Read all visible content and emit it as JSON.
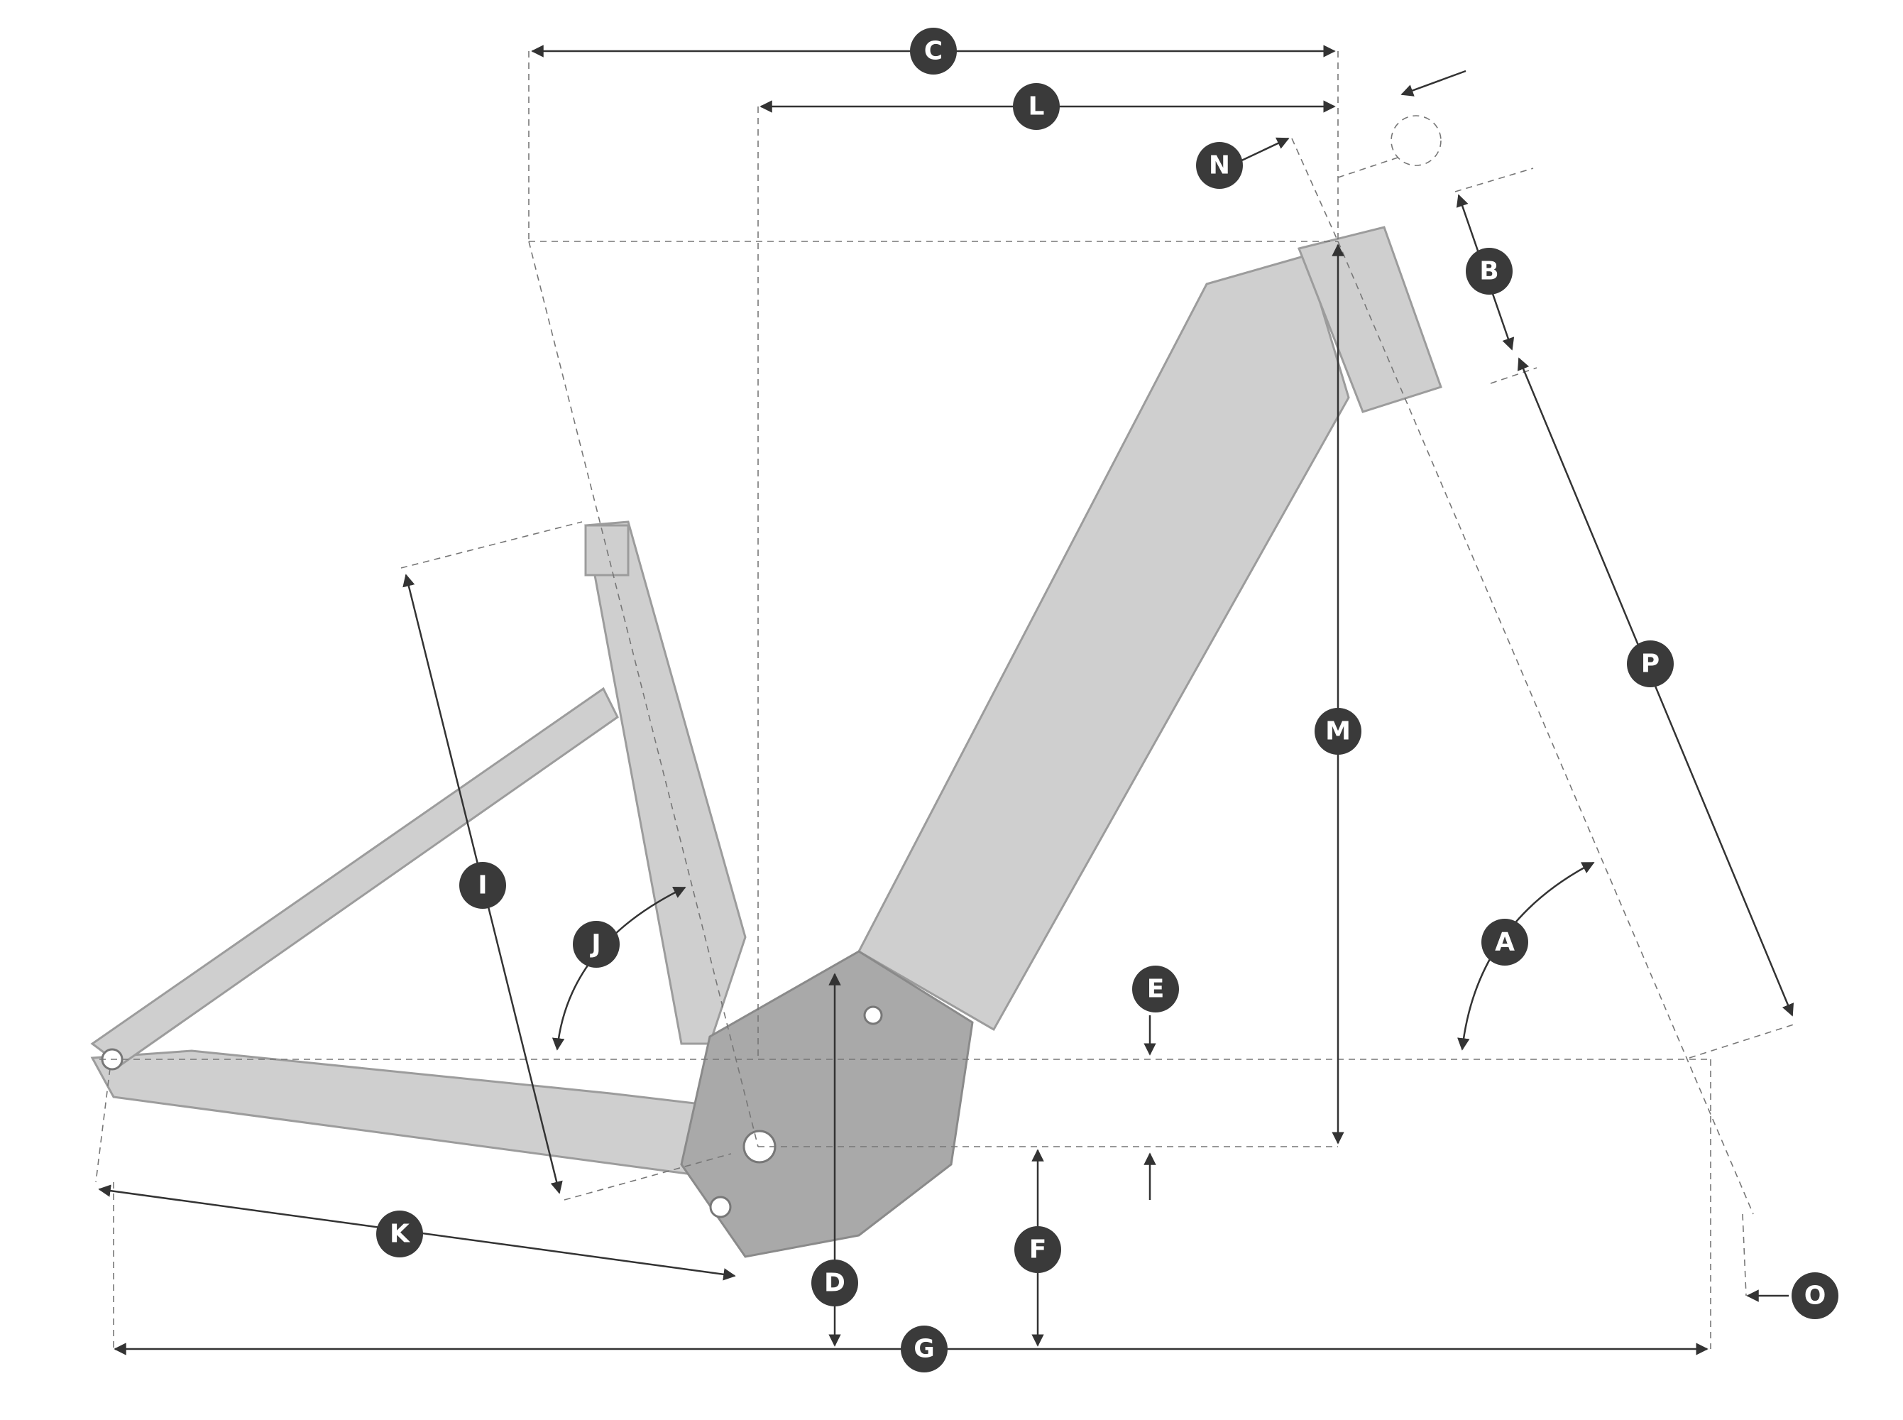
{
  "labels": {
    "A": "A",
    "B": "B",
    "C": "C",
    "D": "D",
    "E": "E",
    "F": "F",
    "G": "G",
    "I": "I",
    "J": "J",
    "K": "K",
    "L": "L",
    "M": "M",
    "N": "N",
    "O": "O",
    "P": "P"
  },
  "colors": {
    "marker": "#3a3a3a",
    "frame": "#cfcfcf",
    "motor": "#a9a9a9",
    "lines": "#333333"
  }
}
